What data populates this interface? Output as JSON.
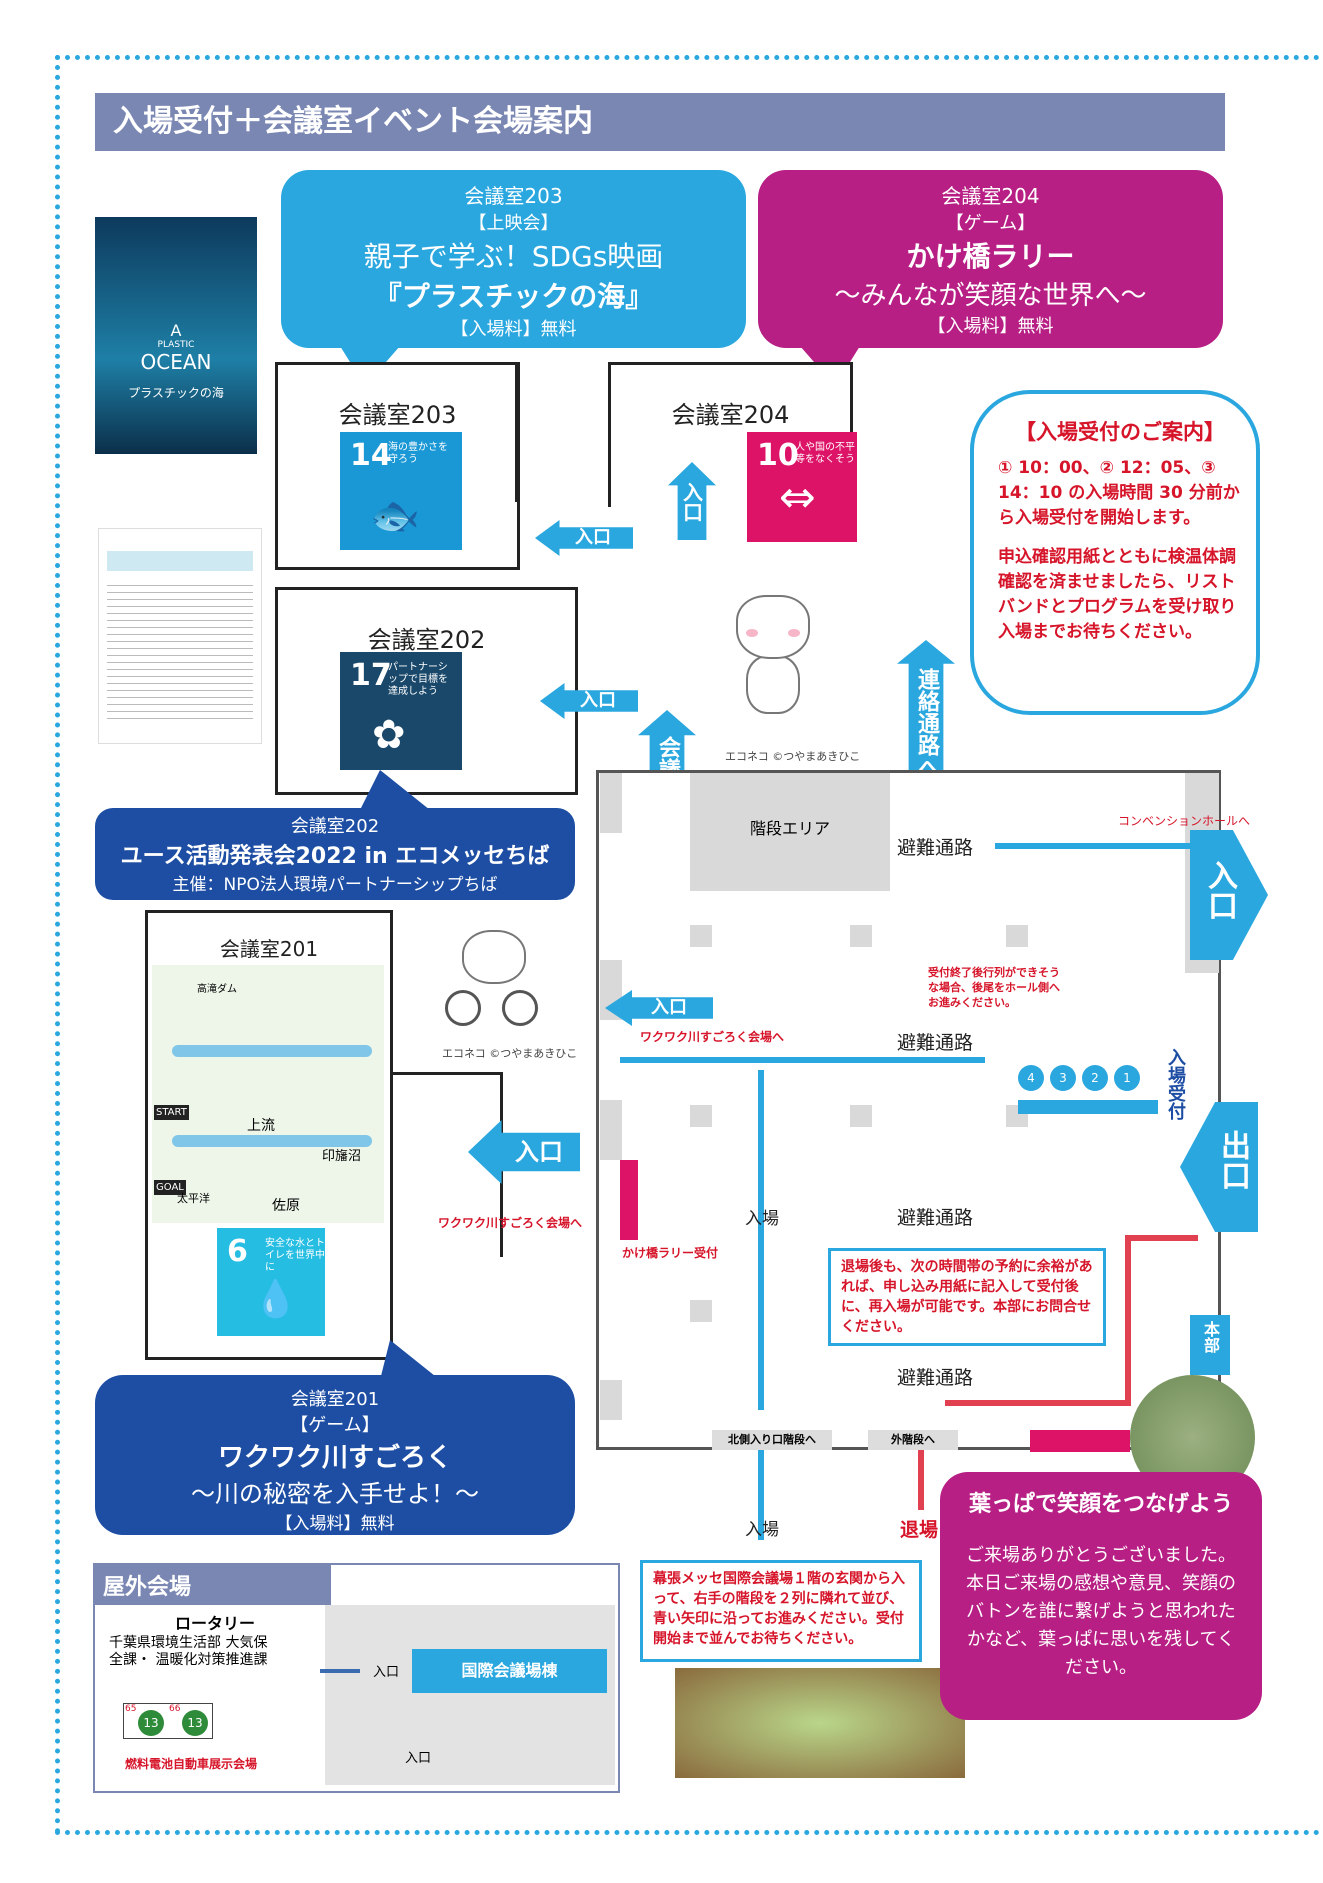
{
  "title": "入場受付＋会議室イベント会場案内",
  "room203_bubble": {
    "room": "会議室203",
    "category": "【上映会】",
    "title1": "親子で学ぶ！SDGs映画",
    "title2": "『プラスチックの海』",
    "fee": "【入場料】無料"
  },
  "room204_bubble": {
    "room": "会議室204",
    "category": "【ゲーム】",
    "title1": "かけ橋ラリー",
    "title2": "～みんなが笑顔な世界へ～",
    "fee": "【入場料】無料"
  },
  "room202_bubble": {
    "room": "会議室202",
    "title1": "ユース活動発表会2022 in エコメッセちば",
    "organizer": "主催：NPO法人環境パートナーシップちば"
  },
  "room201_bubble": {
    "room": "会議室201",
    "category": "【ゲーム】",
    "title1": "ワクワク川すごろく",
    "title2": "～川の秘密を入手せよ！～",
    "fee": "【入場料】無料"
  },
  "poster": {
    "a": "A",
    "plastic": "PLASTIC",
    "ocean": "OCEAN",
    "jp": "プラスチックの海"
  },
  "rooms": {
    "r203": "会議室203",
    "r204": "会議室204",
    "r202": "会議室202",
    "r201": "会議室201"
  },
  "sdgs": {
    "s14": {
      "num": "14",
      "text": "海の豊かさを守ろう",
      "color": "#1a97d5"
    },
    "s10": {
      "num": "10",
      "text": "人や国の不平等をなくそう",
      "color": "#dd1367"
    },
    "s17": {
      "num": "17",
      "text": "パートナーシップで目標を達成しよう",
      "color": "#19486a"
    },
    "s6": {
      "num": "6",
      "text": "安全な水とトイレを世界中に",
      "color": "#26bde2"
    }
  },
  "entry": "入口",
  "exit": "出口",
  "to_rooms": "会議室へ",
  "connector": "連絡通路へ",
  "stairs_area": "階段エリア",
  "evac": "避難通路",
  "convention": "コンベンションホールへ",
  "reception_vertical": "入場受付",
  "entry_label": "入場",
  "exit_label": "退場",
  "honbu": "本部",
  "sugoroku_to": "ワクワク川すごろく会場へ",
  "kakehashi_reception": "かけ橋ラリー受付",
  "north_stairs": "北側入り口階段へ",
  "outer_stairs": "外階段へ",
  "wait_note": "受付終了後行列ができそうな場合、後尾をホール側へお進みください。",
  "windows": [
    "4",
    "3",
    "2",
    "1"
  ],
  "info": {
    "heading": "【入場受付のご案内】",
    "p1": "① 10：00、② 12：05、③ 14：10 の入場時間 30 分前から入場受付を開始します。",
    "p2": "申込確認用紙とともに検温体調確認を済ませましたら、リストバンドとプログラムを受け取り入場までお待ちください。"
  },
  "reentry_note": "退場後も、次の時間帯の予約に余裕があれば、申し込み用紙に記入して受付後に、再入場が可能です。本部にお問合せください。",
  "entrance_note": "幕張メッセ国際会議場１階の玄関から入って、右手の階段を２列に隣れて並び、青い矢印に沿ってお進みください。受付開始まで並んでお待ちください。",
  "leaf": {
    "heading": "葉っぱで笑顔をつなげよう",
    "body": "ご来場ありがとうございました。本日ご来場の感想や意見、笑顔のバトンを誰に繋げようと思われたかなど、葉っぱに思いを残してください。"
  },
  "outdoor": {
    "heading": "屋外会場",
    "rotary": "ロータリー",
    "dept": "千葉県環境生活部 大気保全課・ 温暖化対策推進課",
    "b1": "65",
    "b2": "66",
    "n13": "13",
    "building": "国際会議場棟",
    "entry": "入口",
    "fuelcell": "燃料電池自動車展示会場"
  },
  "cat_credit": "エコネコ ©つやまあきひこ",
  "sugoroku_map": {
    "start": "START",
    "goal": "GOAL",
    "joryu": "上流",
    "inba": "印旛沼",
    "sawara": "佐原",
    "taiheiyo": "太平洋",
    "dam": "高滝ダム"
  }
}
